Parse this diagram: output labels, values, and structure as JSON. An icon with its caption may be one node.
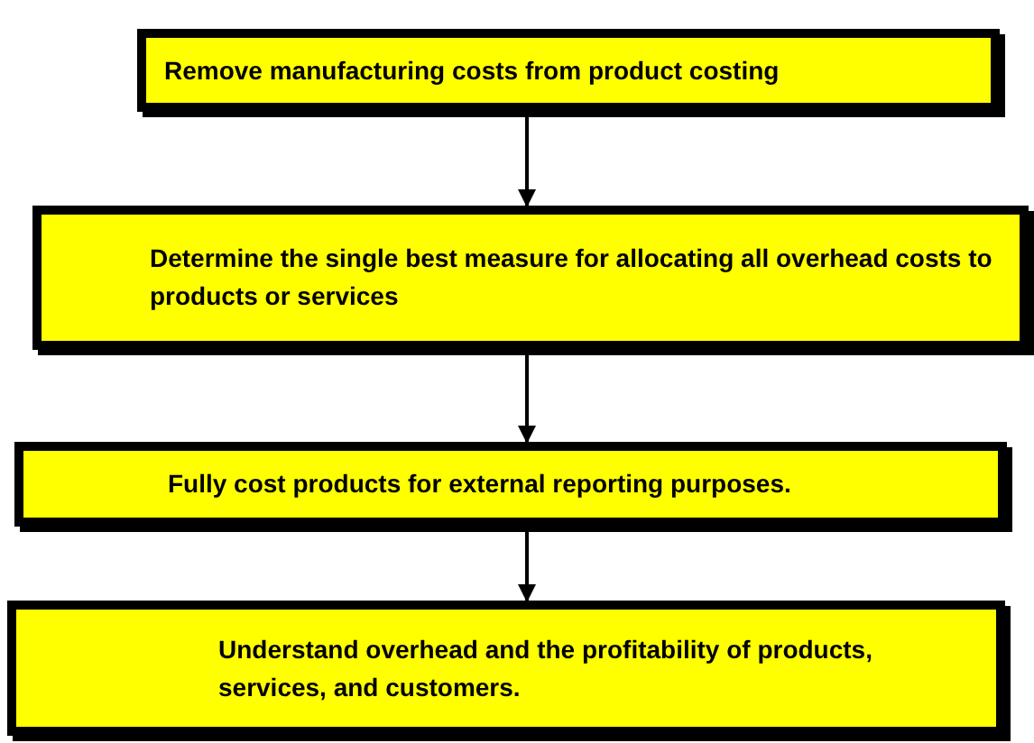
{
  "diagram": {
    "nodes": [
      {
        "text": [
          "Remove manufacturing costs from product costing"
        ]
      },
      {
        "text": [
          "Determine the single best measure for allocating all overhead costs to products or services"
        ]
      },
      {
        "text": [
          "Fully cost products for external reporting purposes."
        ]
      },
      {
        "text": [
          "Understand overhead and the profitability of products, services, and customers."
        ]
      }
    ],
    "edges": [
      {
        "from": 0,
        "to": 1,
        "arrow": "to"
      },
      {
        "from": 1,
        "to": 2,
        "arrow": "to"
      },
      {
        "from": 2,
        "to": 3,
        "arrow": "to"
      }
    ]
  }
}
